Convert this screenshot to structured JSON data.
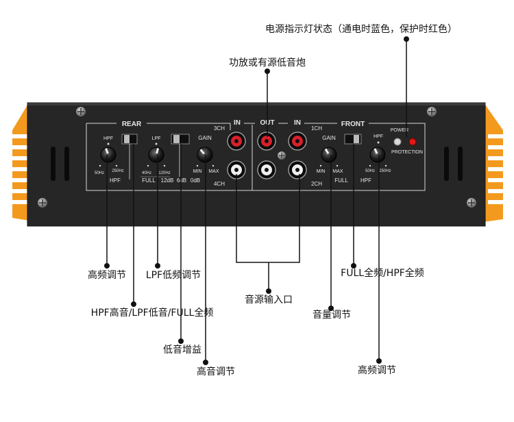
{
  "callouts": {
    "power_led": "电源指示灯状态（通电时蓝色，保护时红色）",
    "sub_out": "功放或有源低音炮",
    "hf_rear": "高频调节",
    "lpf_adjust": "LPF低频调节",
    "rca_input": "音源输入口",
    "full_hpf_front": "FULL全频/HPF全频",
    "hpf_lpf_full": "HPF高音/LPF低音/FULL全频",
    "volume": "音量调节",
    "bass_gain": "低音增益",
    "treble_adjust": "高音调节",
    "hf_front": "高频调节"
  },
  "panel": {
    "rear": "REAR",
    "front": "FRONT",
    "in_left": "IN",
    "out": "OUT",
    "in_right": "IN",
    "ch3": "3CH",
    "ch4": "4CH",
    "ch1": "1CH",
    "ch2": "2CH",
    "hpf_top": "HPF",
    "hz50": "50Hz",
    "hz250": "250Hz",
    "hpf_bottom": "HPF",
    "lpf_top": "LPF",
    "hz40": "40Hz",
    "hz120": "120Hz",
    "full": "FULL",
    "db12": "12dB",
    "db6": "6dB",
    "db0": "0dB",
    "gain_rear": "GAIN",
    "min_rear": "MIN",
    "max_rear": "MAX",
    "gain_front": "GAIN",
    "min_front": "MIN",
    "max_front": "MAX",
    "full_front": "FULL",
    "hpf_front_top": "HPF",
    "hz50_front": "50Hz",
    "hz250_front": "250Hz",
    "hpf_front_bottom": "HPF",
    "power": "POWER",
    "protection": "PROTECTION"
  },
  "colors": {
    "heatsink": "#f39a1e",
    "panel": "#2a2a2a",
    "rca_red": "#d8202a",
    "led_red": "#e01818",
    "line": "#111111"
  }
}
